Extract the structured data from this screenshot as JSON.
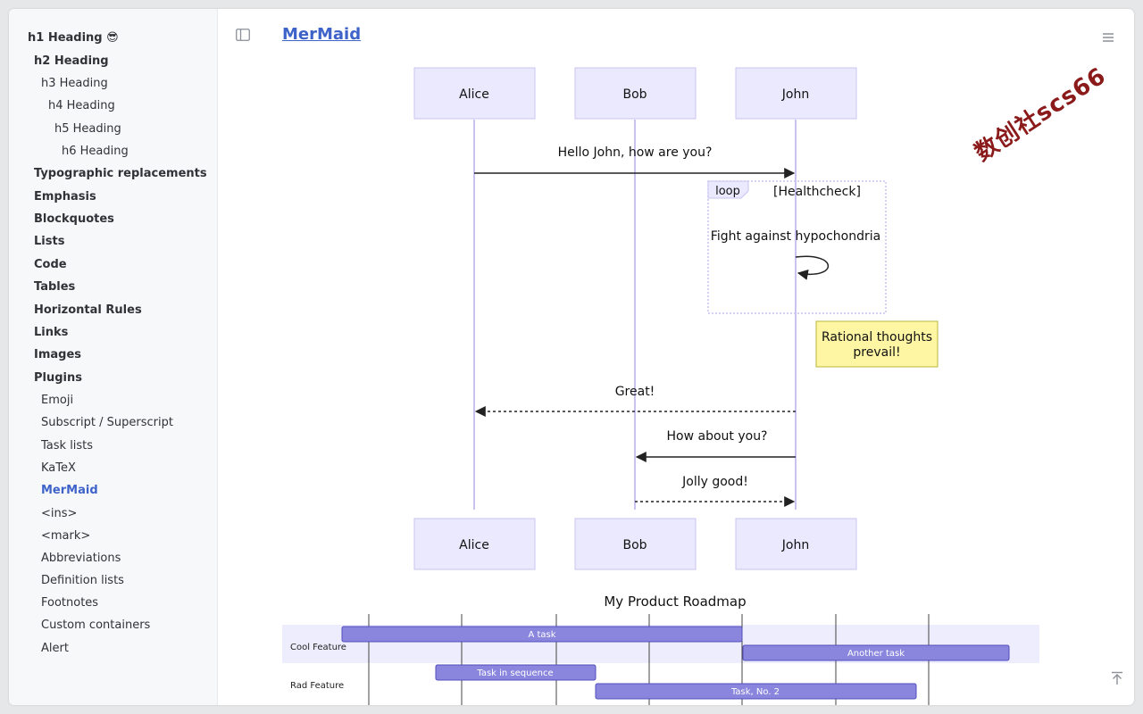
{
  "sidebar": {
    "items": [
      {
        "label": "h1 Heading 😎",
        "level": 1,
        "bold": true
      },
      {
        "label": "h2 Heading",
        "level": 2,
        "bold": true
      },
      {
        "label": "h3 Heading",
        "level": 3,
        "bold": false
      },
      {
        "label": "h4 Heading",
        "level": 4,
        "bold": false
      },
      {
        "label": "h5 Heading",
        "level": 5,
        "bold": false
      },
      {
        "label": "h6 Heading",
        "level": 6,
        "bold": false
      },
      {
        "label": "Typographic replacements",
        "level": 2,
        "bold": true
      },
      {
        "label": "Emphasis",
        "level": 2,
        "bold": true
      },
      {
        "label": "Blockquotes",
        "level": 2,
        "bold": true
      },
      {
        "label": "Lists",
        "level": 2,
        "bold": true
      },
      {
        "label": "Code",
        "level": 2,
        "bold": true
      },
      {
        "label": "Tables",
        "level": 2,
        "bold": true
      },
      {
        "label": "Horizontal Rules",
        "level": 2,
        "bold": true
      },
      {
        "label": "Links",
        "level": 2,
        "bold": true
      },
      {
        "label": "Images",
        "level": 2,
        "bold": true
      },
      {
        "label": "Plugins",
        "level": 2,
        "bold": true
      },
      {
        "label": "Emoji",
        "level": 3,
        "bold": false
      },
      {
        "label": "Subscript / Superscript",
        "level": 3,
        "bold": false
      },
      {
        "label": "Task lists",
        "level": 3,
        "bold": false
      },
      {
        "label": "KaTeX",
        "level": 3,
        "bold": false
      },
      {
        "label": "MerMaid",
        "level": 3,
        "bold": false,
        "active": true
      },
      {
        "label": "<ins>",
        "level": 3,
        "bold": false
      },
      {
        "label": "<mark>",
        "level": 3,
        "bold": false
      },
      {
        "label": "Abbreviations",
        "level": 3,
        "bold": false
      },
      {
        "label": "Definition lists",
        "level": 3,
        "bold": false
      },
      {
        "label": "Footnotes",
        "level": 3,
        "bold": false
      },
      {
        "label": "Custom containers",
        "level": 3,
        "bold": false
      },
      {
        "label": "Alert",
        "level": 3,
        "bold": false
      }
    ]
  },
  "main": {
    "title": "MerMaid",
    "watermark": "数创社scs66"
  },
  "sequence": {
    "participants": [
      "Alice",
      "Bob",
      "John"
    ],
    "messages": [
      {
        "from": "Alice",
        "to": "John",
        "text": "Hello John, how are you?",
        "style": "solid"
      },
      {
        "from": "John",
        "to": "John",
        "text": "Fight against hypochondria",
        "style": "solid"
      },
      {
        "from": "John",
        "to": "Alice",
        "text": "Great!",
        "style": "dashed"
      },
      {
        "from": "John",
        "to": "Bob",
        "text": "How about you?",
        "style": "solid"
      },
      {
        "from": "Bob",
        "to": "John",
        "text": "Jolly good!",
        "style": "dashed"
      }
    ],
    "loop": {
      "label": "loop",
      "condition": "[Healthcheck]"
    },
    "note": {
      "lines": [
        "Rational thoughts",
        "prevail!"
      ],
      "position": "right of John"
    }
  },
  "gantt": {
    "title": "My Product Roadmap",
    "sections": [
      "Cool Feature",
      "Rad Feature"
    ],
    "tasks": [
      {
        "name": "A task",
        "section": "Cool Feature"
      },
      {
        "name": "Another task",
        "section": "Cool Feature"
      },
      {
        "name": "Task in sequence",
        "section": "Rad Feature"
      },
      {
        "name": "Task, No. 2",
        "section": "Rad Feature"
      }
    ]
  },
  "colors": {
    "accent": "#3e63c9",
    "actor_fill": "#eae9fd",
    "actor_stroke": "#c8c3f0",
    "note_fill": "#fff6a4",
    "gantt_task": "#8a86de",
    "watermark": "#8b1a1a"
  },
  "icons": {
    "sidebar_toggle": "sidebar-toggle-icon",
    "menu": "menu-icon",
    "back_to_top": "back-to-top-icon"
  }
}
